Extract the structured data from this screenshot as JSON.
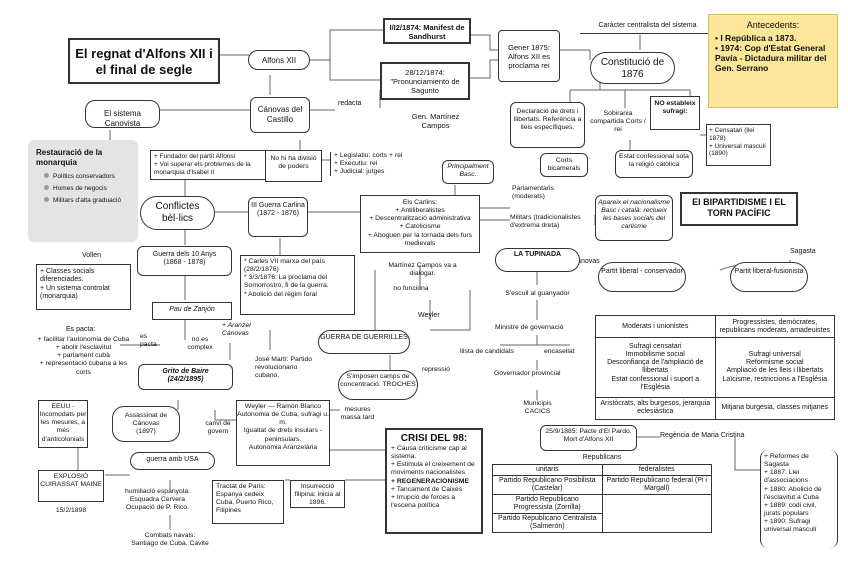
{
  "title": "El regnat d'Alfons XII i el final de segle",
  "alfons": "Alfons XII",
  "manifest": "I/I2/1874: Manifest de Sandhurst",
  "pronunciament": "28/12/1874: \"Pronunciamiento de Sagunto",
  "gener": "Gener 1875: Alfons XII es proclama rei",
  "caracter": "Caràcter centralista del sistema",
  "antecedents": {
    "title": "Antecedents:",
    "items": [
      "• I República a 1873.",
      "• 1974: Cop d'Estat General Pavía - Dictadura militar del Gen. Serrano"
    ]
  },
  "constitucio": "Constitució de 1876",
  "redacta": "redacta",
  "martinez_campos": "Gen. Martínez Campos",
  "sistema": "El sistema Canovista",
  "canovas": "Cánovas del Castillo",
  "canovas_notes": "+ Fundador del partit Alfonsí\n+ Vol superar els problemes de la monarquia d'Isabel II",
  "declaracio": "Declaració de drets i llibertats. Referència a lleis específiques.",
  "sobirania": "Sobirania compartida Corts / rei",
  "no_estableix": "NO estableix sufragi:",
  "sufragi": "+ Censatari (llei 1878)\n+ Universal masculí (1890)",
  "corts": "Corts bicamerals",
  "estat": "Estat confessional sota la religió catòlica",
  "restauracio": {
    "title": "Restauració de la monarquia",
    "items": [
      "Polítics conservadors",
      "Homes de negocis",
      "Militars d'alta graduació"
    ]
  },
  "no_divisio": "No hi ha divisió de poders",
  "poders": "+ Legislatiu: corts + rei\n+ Executiu: rei\n+ Judicial: jutges",
  "principalment": "Principalment Basc.",
  "conflictes": "Conflictes bèl·lics",
  "guerra_carlina": "III Guerra Carlina\n(1872 - 1876)",
  "carlins": "Els Carlins:\n+ Antiliberalistes\n+ Descentralització administrativa\n+ Catolicisme\n+ Aboguen per la tornada dels furs medievals",
  "parlamentaris": "Parlamentaris (moderats)",
  "militars": "Militars (tradicionalistes d'extrema dreta)",
  "apareix": "Apareix el nacionalisme Basc i català: reclueix les bases socials del carlisme",
  "bipartidisme": "El BIPARTIDISME I EL TORN PACÍFIC",
  "sagasta": "Sagasta",
  "canovas2": "Cánovas",
  "vollen": "Vollen",
  "vollen_notes": "+ Classes socials diferenciades.\n+ Un sistema controlat (monarquia)",
  "guerra10": "Guerra dels 10 Anys\n(1868 - 1878)",
  "carles": "* Carles VII marxa del país (28/2/1876)\n* 3/3/1876: La proclama del Somorrostro, fi de la guerra.\n* Abolició del règim foral",
  "martinez_dialogar": "Martínez Campos va a dialogar.",
  "no_funciona": "no funciona",
  "tupinada": "LA TUPINADA",
  "partit_liberal": "Partit liberal - conservador",
  "partit_fusion": "Partit liberal-fusionista",
  "pau_zanjon": "Pau de Zanjón",
  "weyler": "Weyler",
  "escull": "S'escull al guanyador",
  "ministre": "Ministre de governació",
  "candidats": "llista de candidats",
  "encasellat": "encasellat",
  "governador": "Governador provincial",
  "municipis": "Municipis\nCACICS",
  "es_pacta_left": "Es pacta:",
  "pacta_items": "+ facilitar l'autonomia de Cuba\n+ abolir l'esclavitut\n+ parlament cubà\n+ representació cubana a les corts",
  "es_pacta": "es pacta",
  "no_complex": "no es complex",
  "aranzel": "+ Aranzel Cánovas",
  "grito": "Grito de Baire\n(24/2/1895)",
  "guerrilles": "GUERRA DE GUERRILLES",
  "marti": "José Martí: Partido revolucionario cubano.",
  "imposen": "S'imposen camps de concentració: TROCHES",
  "repressio": "repressió",
  "moderats": "Moderats i unionistes",
  "progressistes": "Progressistes, demòcrates, republicans moderats, amadeuistes",
  "sufragi_censatari": "Sufragi censatari\nImmobilisme social\nDesconfiança de l'ampliació de llibertats\nEstat confessional i suport a l'Església",
  "sufragi_universal": "Sufragi universal\nReformisme social\nAmpliació de les lleis i llibertats\nLaïcisme, restriccions a l'Església",
  "aristocrats": "Aristòcrats, alts burgesos, jerarquia eclesiàstica",
  "mitjana": "Mitjana burgesia, classes mitjanes",
  "eeuu": "EEUU - Incomodats per les mesures, a més d'anticolonials",
  "assassinat": "Assassinat de Cánovas\n(1897)",
  "canvi": "canvi de govern",
  "weyler_box": "Weyler — Ramón Blanco\nAutonomia de Cuba, sufragi u. m.\nIgualtat de drets insulars - peninsulars.\nAutonomia Aranzelària",
  "mesures": "mesures massa tard",
  "crisi_title": "CRISI DEL 98:",
  "crisi_items": "+ Causa criticisme cap al sistema.\n+ Estimula el creixement de moviments nacionalistes",
  "regeneracionisme": "+ REGENERACIONISME",
  "crisi_items2": "+ Tancament de Caixes\n+ Irrupció de forces a l'escena política",
  "pacte": "25/9/1885: Pacte d'El Pardo. Mort d'Alfons XII",
  "regencia": "Regència de Maria Cristina",
  "reformes": "+ Reformes de Sagasta\n+ 1887: Llei d'associacions\n+ 1880: Abolició de l'esclavitut a Cuba\n+ 1889: codi civil, jurats populars\n+ 1890: Sufragi universal masculí",
  "explosio": "EXPLOSIÓ CUIRASSAT MAINE",
  "explosio_date": "15/2/1898",
  "guerra_usa": "guerra amb USA",
  "humiliacio": "humiliació espanyola:\nEsquadra Cervera\nOcupació de P. Rico.",
  "combats": "Combats navals:\nSantiago de Cuba, Cavite",
  "tractat": "Tractat de Paris:\nEspanya cedeix Cuba, Puerto Rico, Filipines",
  "insurreccio": "Insurrecció filipina: inicia al 1896.",
  "republicans": {
    "title": "Republicans",
    "headers": [
      "unitaris",
      "federalistes"
    ],
    "rows": [
      [
        "Partido Republicano Posibilista (Castelar)",
        "Partido Republicano federal (Pi i Margall)"
      ],
      [
        "Partido Republicano Progressista (Zorrilla)",
        ""
      ],
      [
        "Partido Republicano Centralista (Salmerón)",
        ""
      ]
    ]
  },
  "colors": {
    "antecedents_bg": "#fbe69a",
    "restauracio_bg": "#e4e4e4",
    "line": "#666666"
  }
}
